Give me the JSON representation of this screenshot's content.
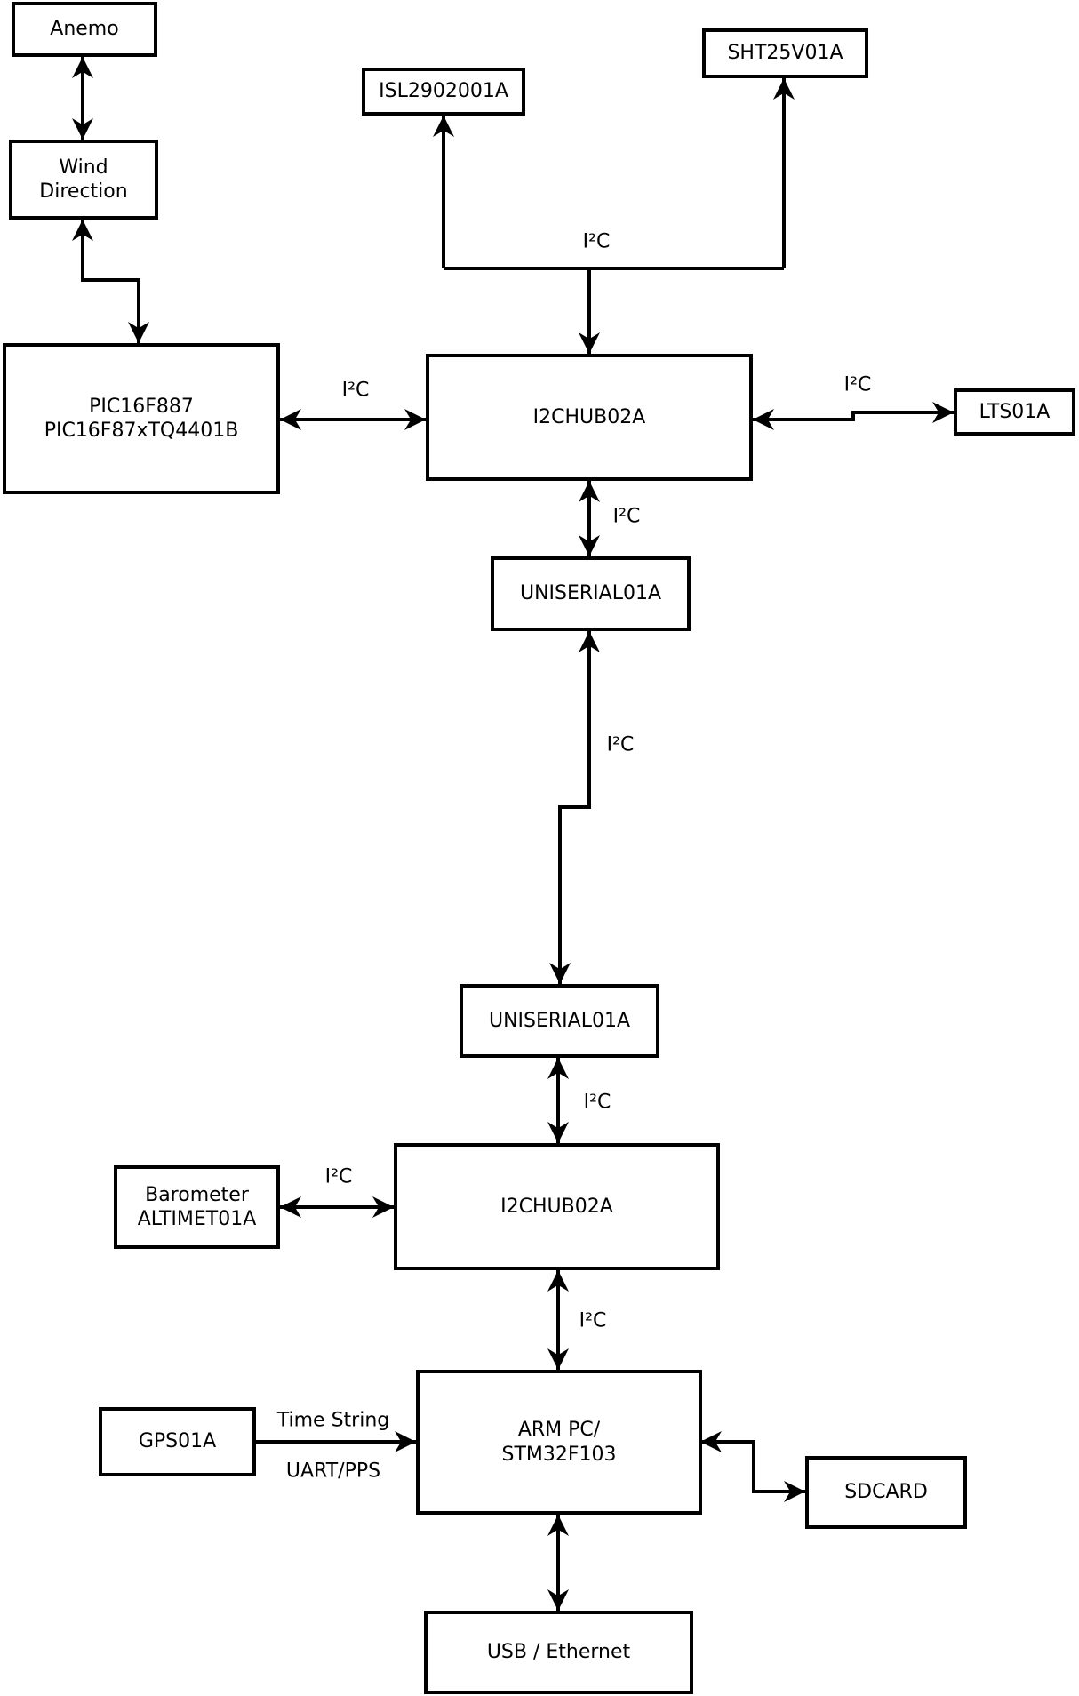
{
  "diagram": {
    "background_color": "#ffffff",
    "line_color": "#000000",
    "nodes": {
      "anemo": {
        "label": "Anemo"
      },
      "wind": {
        "line1": "Wind",
        "line2": "Direction"
      },
      "pic": {
        "line1": "PIC16F887",
        "line2": "PIC16F87xTQ4401B"
      },
      "isl": {
        "label": "ISL2902001A"
      },
      "sht": {
        "label": "SHT25V01A"
      },
      "hub1": {
        "label": "I2CHUB02A"
      },
      "lts": {
        "label": "LTS01A"
      },
      "uni1": {
        "label": "UNISERIAL01A"
      },
      "uni2": {
        "label": "UNISERIAL01A"
      },
      "hub2": {
        "label": "I2CHUB02A"
      },
      "baro": {
        "line1": "Barometer",
        "line2": "ALTIMET01A"
      },
      "arm": {
        "line1": "ARM PC/",
        "line2": "STM32F103"
      },
      "gps": {
        "label": "GPS01A"
      },
      "sdcard": {
        "label": "SDCARD"
      },
      "usb": {
        "label": "USB / Ethernet"
      }
    },
    "edge_labels": {
      "i2c_pic_hub1": "I²C",
      "i2c_junction": "I²C",
      "i2c_hub1_lts": "I²C",
      "i2c_hub1_uni1": "I²C",
      "i2c_uni1_uni2": "I²C",
      "i2c_uni2_hub2": "I²C",
      "i2c_baro_hub2": "I²C",
      "i2c_hub2_arm": "I²C",
      "gps_arm_top": "Time String",
      "gps_arm_bottom": "UART/PPS"
    }
  }
}
